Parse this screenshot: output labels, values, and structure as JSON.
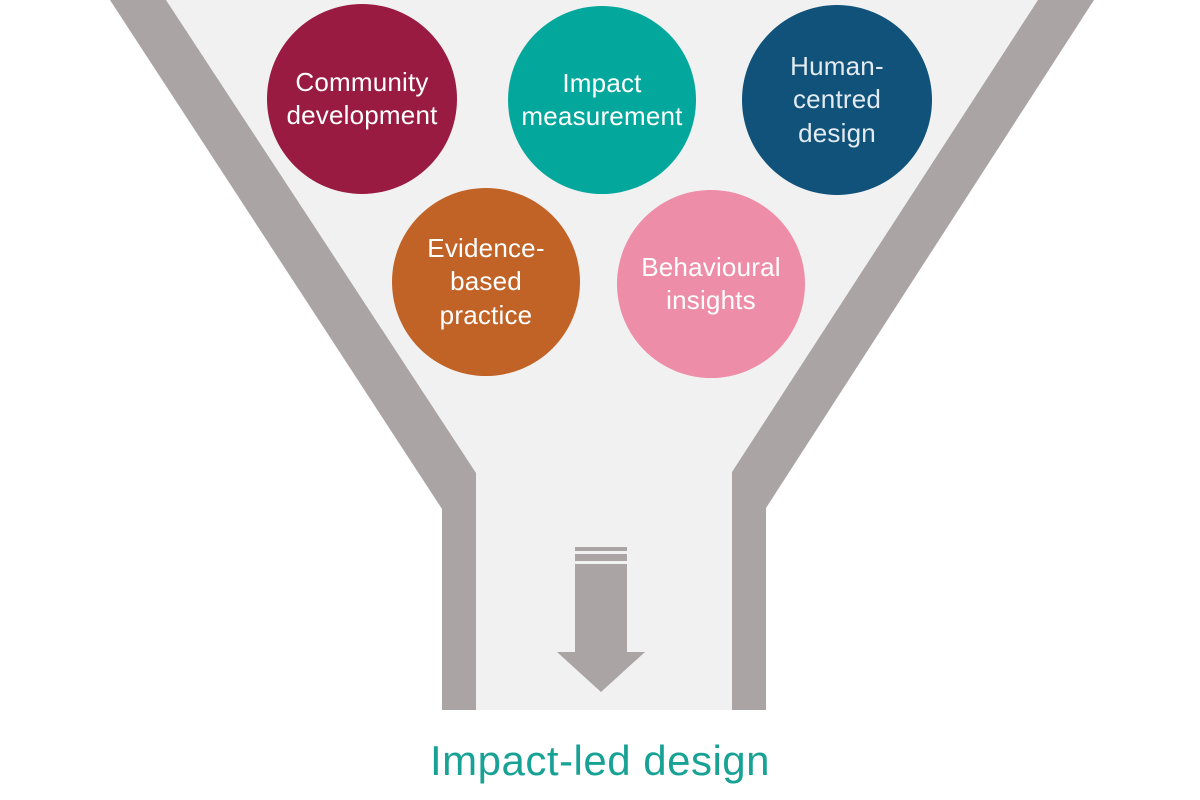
{
  "diagram": {
    "kind": "funnel-diagram",
    "title": "Impact-led design",
    "title_color": "#18A295",
    "background_color": "#FFFFFF",
    "funnel": {
      "wall_color": "#ABA4A4",
      "interior_color": "#F1F1F2",
      "arrow_icon": "striped-down-arrow",
      "arrow_color": "#ABA4A4"
    },
    "circles": [
      {
        "label": "Community\ndevelopment",
        "color": "#9A1B41",
        "text_color": "#FFFFFF"
      },
      {
        "label": "Impact\nmeasurement",
        "color": "#04A79B",
        "text_color": "#FFFFFF"
      },
      {
        "label": "Human-\ncentred\ndesign",
        "color": "#10527A",
        "text_color": "#E3EBF1"
      },
      {
        "label": "Evidence-\nbased\npractice",
        "color": "#C16327",
        "text_color": "#FFFFFF"
      },
      {
        "label": "Behavioural\ninsights",
        "color": "#ED8DA8",
        "text_color": "#FFFFFF"
      }
    ]
  }
}
